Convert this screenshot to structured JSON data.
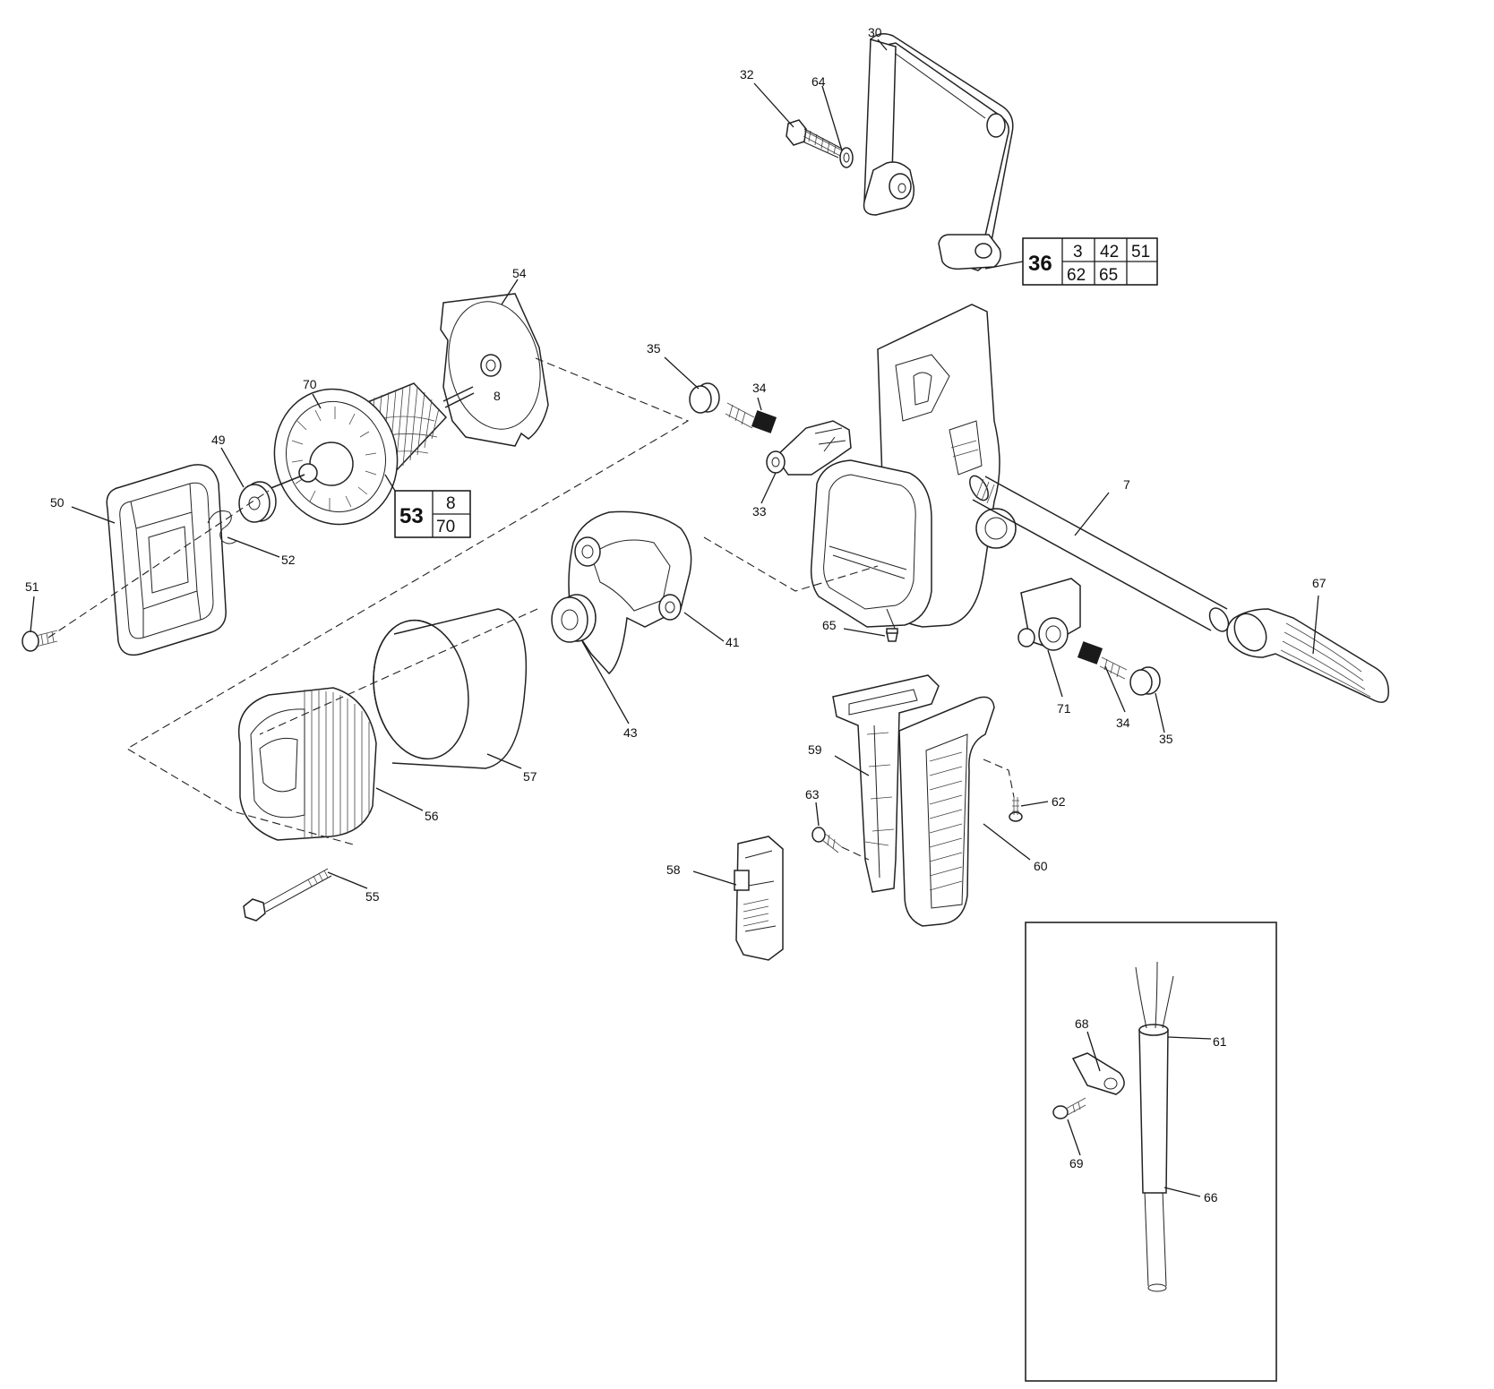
{
  "parts": {
    "p30": "30",
    "p32": "32",
    "p64": "64",
    "p54": "54",
    "p35a": "35",
    "p34a": "34",
    "p70": "70",
    "p8": "8",
    "p49": "49",
    "p50": "50",
    "p52": "52",
    "p51": "51",
    "p33": "33",
    "p7": "7",
    "p67": "67",
    "p65": "65",
    "p41": "41",
    "p43": "43",
    "p71": "71",
    "p34b": "34",
    "p35b": "35",
    "p57": "57",
    "p59": "59",
    "p62": "62",
    "p63": "63",
    "p56": "56",
    "p60": "60",
    "p58": "58",
    "p55": "55",
    "p68": "68",
    "p61": "61",
    "p69": "69",
    "p66": "66"
  },
  "kit53": {
    "number": "53",
    "top": "8",
    "bottom": "70"
  },
  "kit36": {
    "number": "36",
    "r1c1": "3",
    "r1c2": "42",
    "r1c3": "51",
    "r2c1": "62",
    "r2c2": "65",
    "r2c3": ""
  }
}
